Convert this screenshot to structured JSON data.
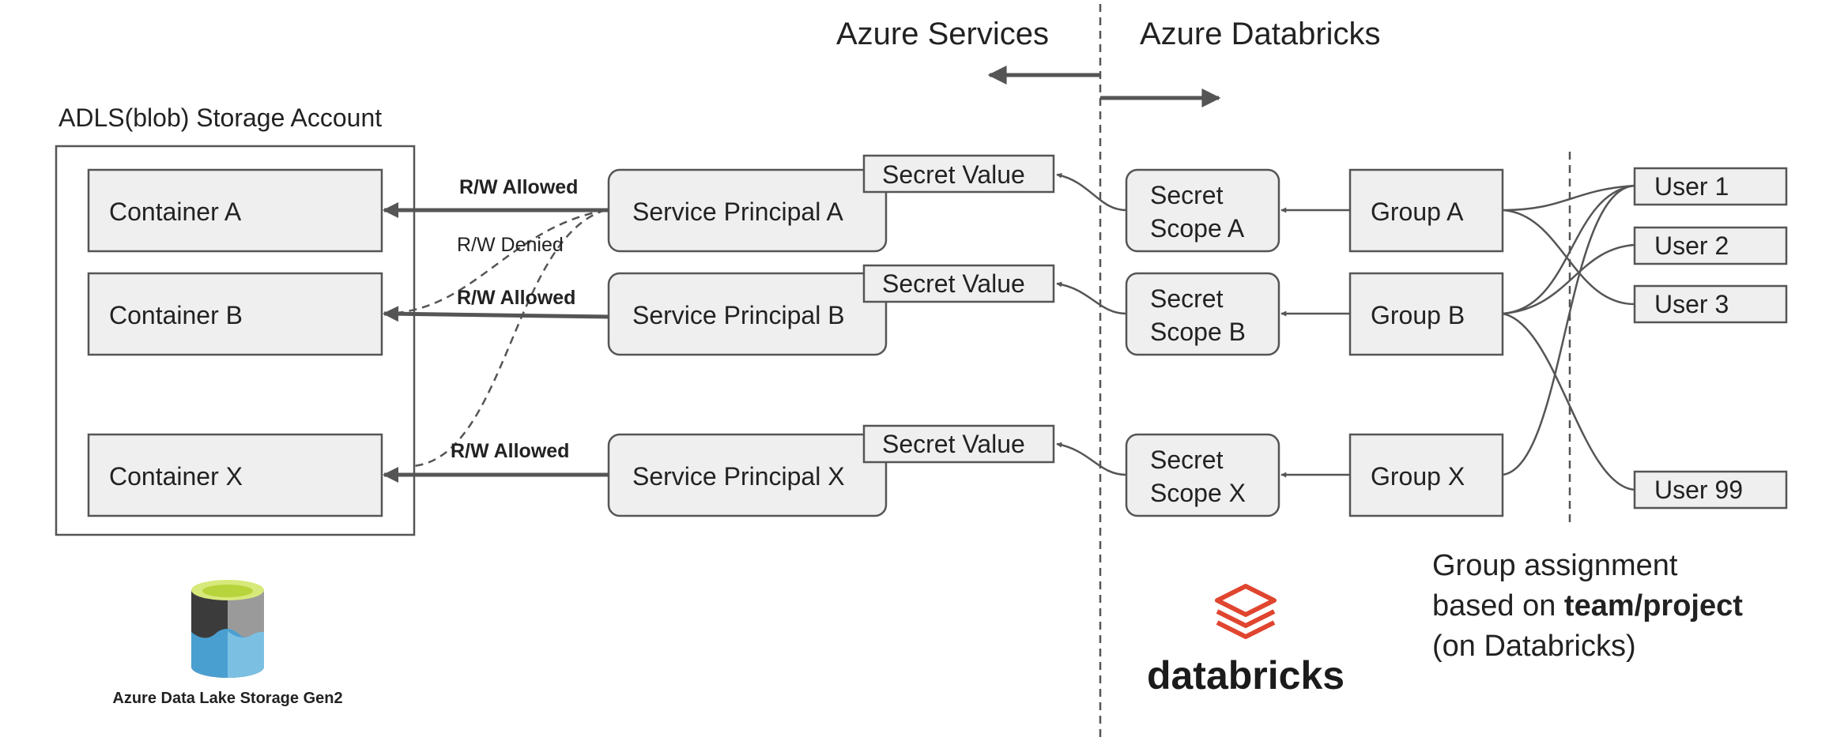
{
  "zones": {
    "left": "Azure Services",
    "right": "Azure Databricks"
  },
  "storage": {
    "title": "ADLS(blob) Storage Account",
    "containers": [
      "Container A",
      "Container B",
      "Container X"
    ],
    "logo_caption": "Azure Data Lake Storage Gen2"
  },
  "access": {
    "allowed": "R/W Allowed",
    "denied": "R/W Denied"
  },
  "service_principals": [
    "Service Principal A",
    "Service Principal B",
    "Service Principal X"
  ],
  "secret_value": "Secret Value",
  "secret_scopes": [
    [
      "Secret",
      "Scope A"
    ],
    [
      "Secret",
      "Scope B"
    ],
    [
      "Secret",
      "Scope X"
    ]
  ],
  "groups": [
    "Group A",
    "Group B",
    "Group X"
  ],
  "users": [
    "User 1",
    "User 2",
    "User 3",
    "User 99"
  ],
  "note": {
    "line1": "Group assignment",
    "line2_prefix": "based on ",
    "line2_bold": "team/project",
    "line3": "(on Databricks)"
  },
  "databricks_logo_text": "databricks",
  "colors": {
    "box_fill": "#efefef",
    "stroke": "#555555",
    "databricks_red": "#e0452f",
    "adls_green": "#b8d43c",
    "adls_blue": "#4a9fd1",
    "adls_dark": "#3b3b3b"
  }
}
